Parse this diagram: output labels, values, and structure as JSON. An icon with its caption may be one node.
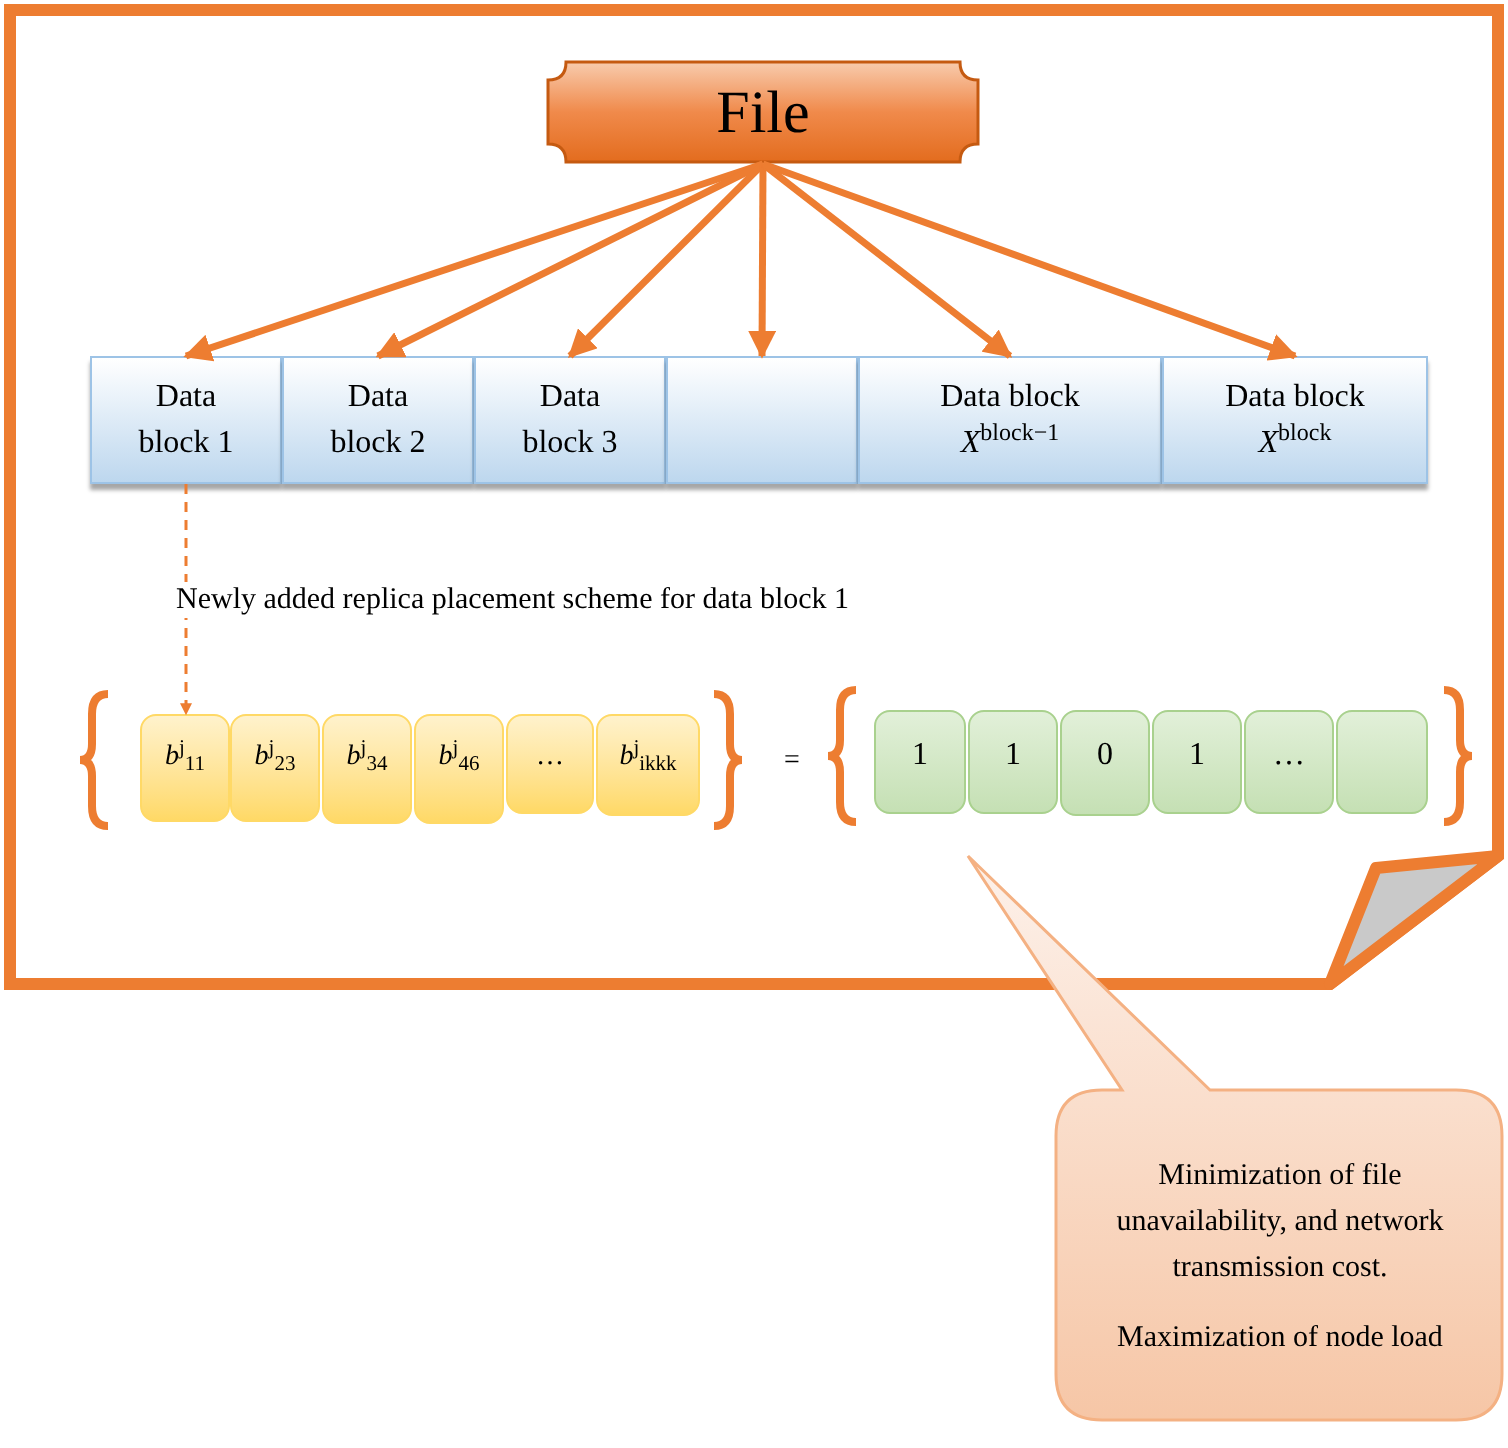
{
  "diagram": {
    "nodes": [
      {
        "text": [],
        "shape": "box"
      },
      {
        "text": [
          "File"
        ],
        "in": 0
      },
      {
        "text": [
          "Data block 1"
        ],
        "in": 0
      },
      {
        "text": [
          "Data block 2"
        ],
        "in": 0
      },
      {
        "text": [
          "Data block 3"
        ],
        "in": 0
      },
      {
        "text": [],
        "shape": "box",
        "in": 0
      },
      {
        "text": [
          "Data block *X*$^{block−1}$"
        ],
        "in": 0
      },
      {
        "text": [
          "Data block *X*$^{block}$"
        ],
        "in": 0
      },
      {
        "text": [
          "*b*$^{j}$$_{11}$"
        ],
        "in": 0
      },
      {
        "text": [
          "*b*$^{j}$$_{23}$"
        ],
        "in": 0
      },
      {
        "text": [
          "*b*$^{j}$$_{34}$"
        ],
        "in": 0
      },
      {
        "text": [
          "*b*$^{j}$$_{46}$"
        ],
        "in": 0
      },
      {
        "text": [
          "…"
        ],
        "in": 0
      },
      {
        "text": [
          "*b*$^{j}$$_{ikkk}$"
        ],
        "in": 0
      },
      {
        "text": [
          "1"
        ],
        "in": 0
      },
      {
        "text": [
          "1"
        ],
        "in": 0
      },
      {
        "text": [
          "0"
        ],
        "in": 0
      },
      {
        "text": [
          "1"
        ],
        "in": 0
      },
      {
        "text": [
          "…"
        ],
        "in": 0
      },
      {
        "text": [],
        "shape": "box",
        "in": 0
      },
      {
        "text": [
          "Minimization of file unavailability, and network transmission cost.",
          "Maximization of node load"
        ]
      }
    ],
    "edges": [
      {
        "from": 1,
        "to": 2,
        "arrow": "to"
      },
      {
        "from": 1,
        "to": 3,
        "arrow": "to"
      },
      {
        "from": 1,
        "to": 4,
        "arrow": "to"
      },
      {
        "from": 1,
        "to": 5,
        "arrow": "to"
      },
      {
        "from": 1,
        "to": 6,
        "arrow": "to"
      },
      {
        "from": 1,
        "to": 7,
        "arrow": "to"
      },
      {
        "from": 2,
        "to": 8,
        "arrow": "to",
        "style": "dashed",
        "label": "Newly added replica placement scheme for data block 1"
      }
    ],
    "labels": [
      "="
    ]
  }
}
